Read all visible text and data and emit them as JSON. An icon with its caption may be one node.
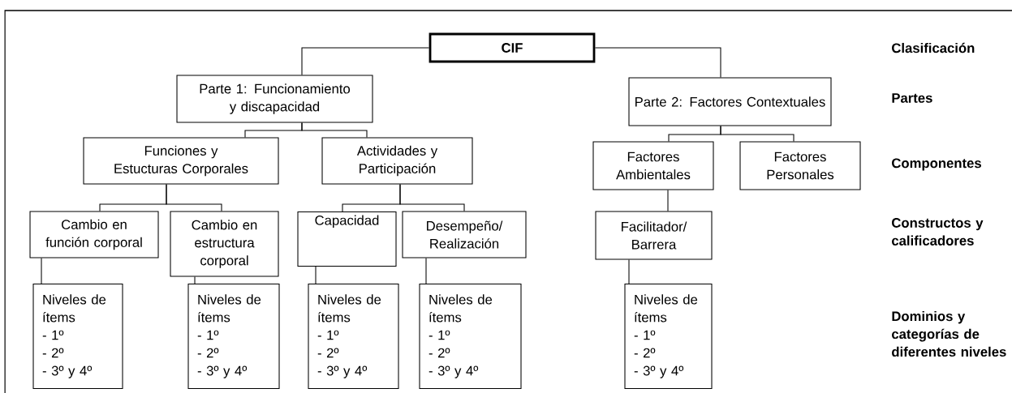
{
  "diagram": {
    "nodes": [
      {
        "text": [
          "CIF"
        ]
      },
      {
        "text": [
          "Parte 1: Funcionamiento y discapacidad"
        ]
      },
      {
        "text": [
          "Parte 2: Factores Contextuales"
        ]
      },
      {
        "text": [
          "Funciones y Estucturas Corporales"
        ]
      },
      {
        "text": [
          "Actividades y Participación"
        ]
      },
      {
        "text": [
          "Factores Ambientales"
        ]
      },
      {
        "text": [
          "Factores Personales"
        ]
      },
      {
        "text": [
          "Cambio en función corporal"
        ]
      },
      {
        "text": [
          "Cambio en estructura corporal"
        ]
      },
      {
        "text": [
          "Capacidad"
        ]
      },
      {
        "text": [
          "Desempeño/ Realización"
        ]
      },
      {
        "text": [
          "Facilitador/ Barrera"
        ]
      },
      {
        "text": [
          "Niveles de ítems",
          "- 1º",
          "- 2º",
          "- 3º y 4º"
        ]
      },
      {
        "text": [
          "Niveles de ítems",
          "- 1º",
          "- 2º",
          "- 3º y 4º"
        ]
      },
      {
        "text": [
          "Niveles de ítems",
          "- 1º",
          "- 2º",
          "- 3º y 4º"
        ]
      },
      {
        "text": [
          "Niveles de ítems",
          "- 1º",
          "- 2º",
          "- 3º y 4º"
        ]
      },
      {
        "text": [
          "Niveles de ítems",
          "- 1º",
          "- 2º",
          "- 3º y 4º"
        ]
      }
    ],
    "edges": [
      {
        "from": 0,
        "to": 1,
        "arrow": "none"
      },
      {
        "from": 0,
        "to": 2,
        "arrow": "none"
      },
      {
        "from": 1,
        "to": 3,
        "arrow": "none"
      },
      {
        "from": 1,
        "to": 4,
        "arrow": "none"
      },
      {
        "from": 2,
        "to": 5,
        "arrow": "none"
      },
      {
        "from": 2,
        "to": 6,
        "arrow": "none"
      },
      {
        "from": 3,
        "to": 7,
        "arrow": "none"
      },
      {
        "from": 3,
        "to": 8,
        "arrow": "none"
      },
      {
        "from": 4,
        "to": 9,
        "arrow": "none"
      },
      {
        "from": 4,
        "to": 10,
        "arrow": "none"
      },
      {
        "from": 5,
        "to": 11,
        "arrow": "none"
      },
      {
        "from": 7,
        "to": 12,
        "arrow": "none"
      },
      {
        "from": 8,
        "to": 13,
        "arrow": "none"
      },
      {
        "from": 9,
        "to": 14,
        "arrow": "none"
      },
      {
        "from": 10,
        "to": 15,
        "arrow": "none"
      },
      {
        "from": 11,
        "to": 16,
        "arrow": "none"
      }
    ],
    "labels": [
      "Clasificación",
      "Partes",
      "Componentes",
      "Constructos y calificadores",
      "Dominios y categorías de diferentes niveles"
    ]
  }
}
